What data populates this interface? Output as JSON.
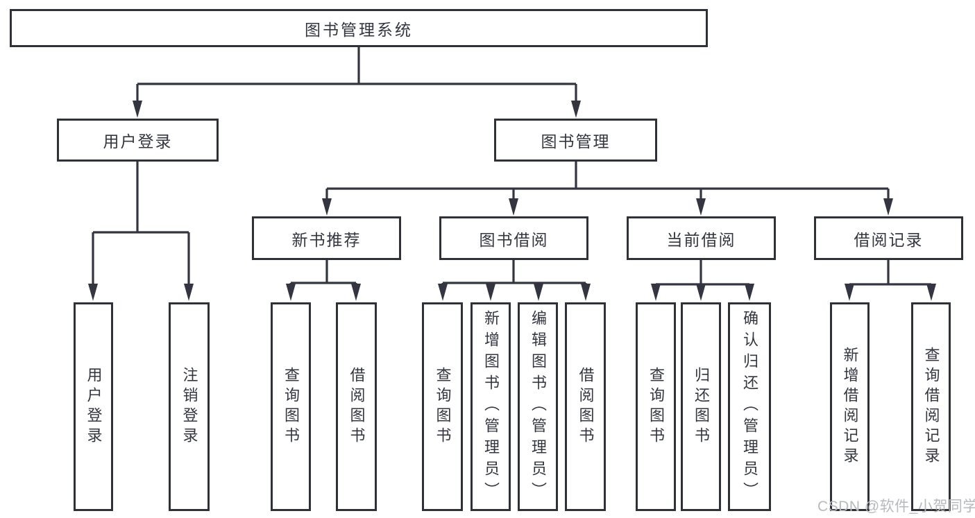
{
  "diagram_title": "图书管理系统",
  "nodes": {
    "root": {
      "label": "图书管理系统"
    },
    "user_login": {
      "label": "用户登录"
    },
    "book_mgmt": {
      "label": "图书管理"
    },
    "new_book_rec": {
      "label": "新书推荐"
    },
    "book_borrow": {
      "label": "图书借阅"
    },
    "current_borrow": {
      "label": "当前借阅"
    },
    "borrow_records": {
      "label": "借阅记录"
    },
    "leaf_user_login": {
      "label": "用户登录"
    },
    "leaf_logout": {
      "label": "注销登录"
    },
    "leaf_nb_query": {
      "label": "查询图书"
    },
    "leaf_nb_borrow": {
      "label": "借阅图书"
    },
    "leaf_bb_query": {
      "label": "查询图书"
    },
    "leaf_bb_add": {
      "label": "新增图书（管理员）"
    },
    "leaf_bb_edit": {
      "label": "编辑图书（管理员）"
    },
    "leaf_bb_borrow": {
      "label": "借阅图书"
    },
    "leaf_cb_query": {
      "label": "查询图书"
    },
    "leaf_cb_return": {
      "label": "归还图书"
    },
    "leaf_cb_confirm": {
      "label": "确认归还（管理员）"
    },
    "leaf_br_add": {
      "label": "新增借阅记录"
    },
    "leaf_br_query": {
      "label": "查询借阅记录"
    }
  },
  "hierarchy": {
    "root": "图书管理系统",
    "children": [
      {
        "label": "用户登录",
        "children": [
          "用户登录",
          "注销登录"
        ]
      },
      {
        "label": "图书管理",
        "children": [
          {
            "label": "新书推荐",
            "children": [
              "查询图书",
              "借阅图书"
            ]
          },
          {
            "label": "图书借阅",
            "children": [
              "查询图书",
              "新增图书（管理员）",
              "编辑图书（管理员）",
              "借阅图书"
            ]
          },
          {
            "label": "当前借阅",
            "children": [
              "查询图书",
              "归还图书",
              "确认归还（管理员）"
            ]
          },
          {
            "label": "借阅记录",
            "children": [
              "新增借阅记录",
              "查询借阅记录"
            ]
          }
        ]
      }
    ]
  },
  "watermark": {
    "text": "CSDN @软件_小贺同学"
  },
  "colors": {
    "line": "#333640",
    "box_border": "#2f3138",
    "text": "#333640",
    "watermark": "#b6b9bd",
    "background": "#ffffff"
  }
}
